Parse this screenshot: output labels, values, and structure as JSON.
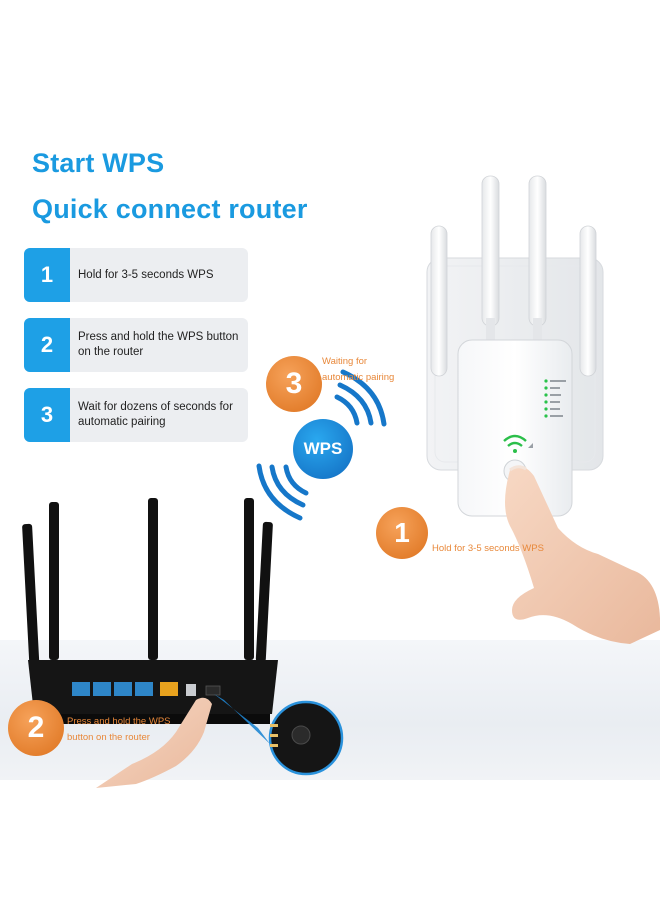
{
  "title": {
    "line1": "Start WPS",
    "line2": "Quick connect router"
  },
  "steps": [
    {
      "number": "1",
      "text": "Hold for 3-5 seconds WPS"
    },
    {
      "number": "2",
      "text": "Press and hold the WPS button on the router"
    },
    {
      "number": "3",
      "text": "Wait for dozens of seconds for automatic pairing"
    }
  ],
  "illustration": {
    "wps_badge": "WPS",
    "callouts": [
      {
        "number": "3",
        "text_line1": "Waiting for",
        "text_line2": "automatic pairing"
      },
      {
        "number": "1",
        "text_line1": "Hold for 3-5 seconds WPS"
      },
      {
        "number": "2",
        "text_line1": "Press and hold the WPS",
        "text_line2": "button on the router"
      }
    ]
  },
  "colors": {
    "accent_blue": "#1ea0e6",
    "accent_orange": "#ec8b3a"
  }
}
